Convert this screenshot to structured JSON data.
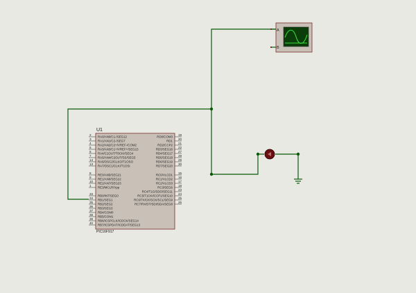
{
  "schematic": {
    "background_color": "#e9e9e3",
    "wire_color": "#0a5a0a",
    "component_fill": "#c9c1b8",
    "component_stroke": "#7a2a2a",
    "screen_color": "#0b3d0b",
    "trace_color": "#3adf3a",
    "led_color": "#6a0f0f"
  },
  "mcu": {
    "designator": "U1",
    "part_name": "PIC16F917",
    "left_pins": [
      {
        "num": "2",
        "label": "RA0/AN0/C1-/SEG12"
      },
      {
        "num": "3",
        "label": "RA1/AN1/C2-/SEG7"
      },
      {
        "num": "4",
        "label": "RA2/AN2/C2+/VREF-/COM2"
      },
      {
        "num": "5",
        "label": "RA3/AN3/C1+/VREF+/SEG15"
      },
      {
        "num": "6",
        "label": "RA4/C1OUT/T0CKI/SEG4"
      },
      {
        "num": "7",
        "label": "RA5/AN4/C2OUT/SS/SEG5"
      },
      {
        "num": "14",
        "label": "RA6/OSC2/CLKO/T1OSO"
      },
      {
        "num": "13",
        "label": "RA7/OSC1/CLKI/T1OSI"
      },
      {
        "num": "8",
        "label": "RE0/AN5/SEG21"
      },
      {
        "num": "9",
        "label": "RE1/AN6/SEG22"
      },
      {
        "num": "10",
        "label": "RE2/AN7/SEG23"
      },
      {
        "num": "1",
        "label": "RE3/MCLR/Vpp"
      },
      {
        "num": "33",
        "label": "RB0/INT/SEG0"
      },
      {
        "num": "34",
        "label": "RB1/SEG1"
      },
      {
        "num": "35",
        "label": "RB2/SEG2"
      },
      {
        "num": "36",
        "label": "RB3/SEG3"
      },
      {
        "num": "37",
        "label": "RB4/COM0"
      },
      {
        "num": "38",
        "label": "RB5/COM1"
      },
      {
        "num": "39",
        "label": "RB6/ICSPCLK/ICDCK/SEG14"
      },
      {
        "num": "40",
        "label": "RB7/ICSPDAT/ICDDAT/SEG13"
      }
    ],
    "right_pins": [
      {
        "num": "19",
        "label": "RD0/COM3"
      },
      {
        "num": "20",
        "label": "RD1"
      },
      {
        "num": "21",
        "label": "RD2/CCP2"
      },
      {
        "num": "22",
        "label": "RD3/SEG16"
      },
      {
        "num": "27",
        "label": "RD4/SEG17"
      },
      {
        "num": "28",
        "label": "RD5/SEG18"
      },
      {
        "num": "29",
        "label": "RD6/SEG19"
      },
      {
        "num": "30",
        "label": "RD7/SEG20"
      },
      {
        "num": "15",
        "label": "RC0/VLCD1"
      },
      {
        "num": "16",
        "label": "RC1/VLCD2"
      },
      {
        "num": "17",
        "label": "RC2/VLCD3"
      },
      {
        "num": "18",
        "label": "RC3/SEG6"
      },
      {
        "num": "23",
        "label": "RC4/T1G/SDO/SEG11"
      },
      {
        "num": "24",
        "label": "RC5/T1CKI/CCP1/SEG10"
      },
      {
        "num": "25",
        "label": "RC6/TX/CK/SCK/SCL/SEG9"
      },
      {
        "num": "26",
        "label": "RC7/RX/DT/SDI/SDA/SEG8"
      }
    ]
  },
  "oscilloscope": {
    "channel_a": "A",
    "channel_b": "B"
  }
}
